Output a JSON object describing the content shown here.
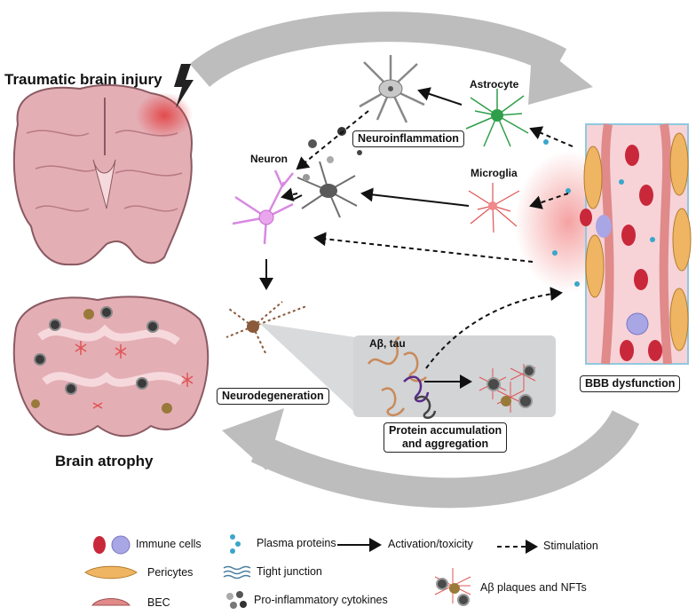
{
  "labels": {
    "tbi": "Traumatic brain injury",
    "brain_atrophy": "Brain atrophy",
    "neuron": "Neuron",
    "astrocyte": "Astrocyte",
    "microglia": "Microglia",
    "neuroinflammation": "Neuroinflammation",
    "neurodegeneration": "Neurodegeneration",
    "abeta_tau": "Aβ, tau",
    "protein_accumulation_1": "Protein accumulation",
    "protein_accumulation_2": "and aggregation",
    "bbb_dysfunction": "BBB dysfunction"
  },
  "legend": {
    "immune_cells": "Immune cells",
    "pericytes": "Pericytes",
    "bec": "BEC",
    "plasma_proteins": "Plasma proteins",
    "tight_junction": "Tight junction",
    "cytokines": "Pro-inflammatory cytokines",
    "activation": "Activation/toxicity",
    "stimulation": "Stimulation",
    "plaques": "Aβ plaques and NFTs"
  },
  "colors": {
    "cycle_arrow": "#bdbdbd",
    "brain_tissue": "#e4aeb5",
    "brain_outline": "#8a5a62",
    "neuron": "#d889e0",
    "astrocyte": "#2f9e4a",
    "microglia_red": "#e05555",
    "grey_cell": "#777777",
    "pericyte": "#f0b562",
    "bec": "#e08a8a",
    "immune_red": "#c9283a",
    "immune_blue": "#a9a6e6",
    "plasma": "#3aa6c8",
    "protein_box": "#d3d4d6",
    "injury_glow": "#e23a3a"
  }
}
